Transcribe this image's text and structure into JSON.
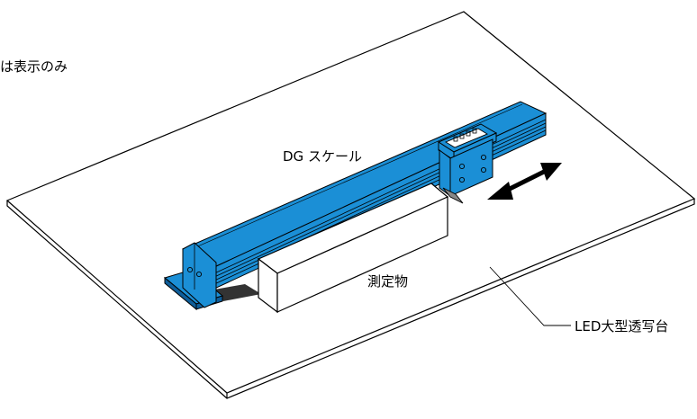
{
  "labels": {
    "top_note": "は表示のみ",
    "scale": "DG スケール",
    "object": "測定物",
    "table": "LED大型透写台"
  },
  "colors": {
    "scale_blue": "#1B8FD6",
    "scale_dark": "#0E5E9A",
    "outline": "#000000",
    "background": "#FFFFFF"
  },
  "icons": {
    "direction": "double-headed-arrow-icon"
  }
}
